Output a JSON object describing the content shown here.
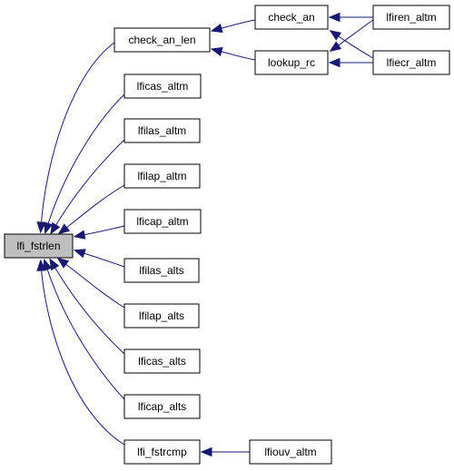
{
  "colors": {
    "edge": "#191970",
    "node_border": "#000000",
    "node_fill": "#ffffff",
    "root_fill": "#bfbfbf",
    "text": "#000000"
  },
  "nodes": [
    {
      "id": "lfi_fstrlen",
      "label": "lfi_fstrlen",
      "root": true
    },
    {
      "id": "check_an_len",
      "label": "check_an_len"
    },
    {
      "id": "check_an",
      "label": "check_an"
    },
    {
      "id": "lookup_rc",
      "label": "lookup_rc"
    },
    {
      "id": "lfiren_altm",
      "label": "lfiren_altm"
    },
    {
      "id": "lfiecr_altm",
      "label": "lfiecr_altm"
    },
    {
      "id": "lficas_altm",
      "label": "lficas_altm"
    },
    {
      "id": "lfilas_altm",
      "label": "lfilas_altm"
    },
    {
      "id": "lfilap_altm",
      "label": "lfilap_altm"
    },
    {
      "id": "lficap_altm",
      "label": "lficap_altm"
    },
    {
      "id": "lfilas_alts",
      "label": "lfilas_alts"
    },
    {
      "id": "lfilap_alts",
      "label": "lfilap_alts"
    },
    {
      "id": "lficas_alts",
      "label": "lficas_alts"
    },
    {
      "id": "lficap_alts",
      "label": "lficap_alts"
    },
    {
      "id": "lfi_fstrcmp",
      "label": "lfi_fstrcmp"
    },
    {
      "id": "lfiouv_altm",
      "label": "lfiouv_altm"
    }
  ],
  "edges": [
    {
      "from": "check_an_len",
      "to": "lfi_fstrlen"
    },
    {
      "from": "lficas_altm",
      "to": "lfi_fstrlen"
    },
    {
      "from": "lfilas_altm",
      "to": "lfi_fstrlen"
    },
    {
      "from": "lfilap_altm",
      "to": "lfi_fstrlen"
    },
    {
      "from": "lficap_altm",
      "to": "lfi_fstrlen"
    },
    {
      "from": "lfilas_alts",
      "to": "lfi_fstrlen"
    },
    {
      "from": "lfilap_alts",
      "to": "lfi_fstrlen"
    },
    {
      "from": "lficas_alts",
      "to": "lfi_fstrlen"
    },
    {
      "from": "lficap_alts",
      "to": "lfi_fstrlen"
    },
    {
      "from": "lfi_fstrcmp",
      "to": "lfi_fstrlen"
    },
    {
      "from": "check_an",
      "to": "check_an_len"
    },
    {
      "from": "lookup_rc",
      "to": "check_an_len"
    },
    {
      "from": "lfiren_altm",
      "to": "check_an"
    },
    {
      "from": "lfiecr_altm",
      "to": "check_an"
    },
    {
      "from": "lfiren_altm",
      "to": "lookup_rc"
    },
    {
      "from": "lfiecr_altm",
      "to": "lookup_rc"
    },
    {
      "from": "lfiouv_altm",
      "to": "lfi_fstrcmp"
    }
  ]
}
